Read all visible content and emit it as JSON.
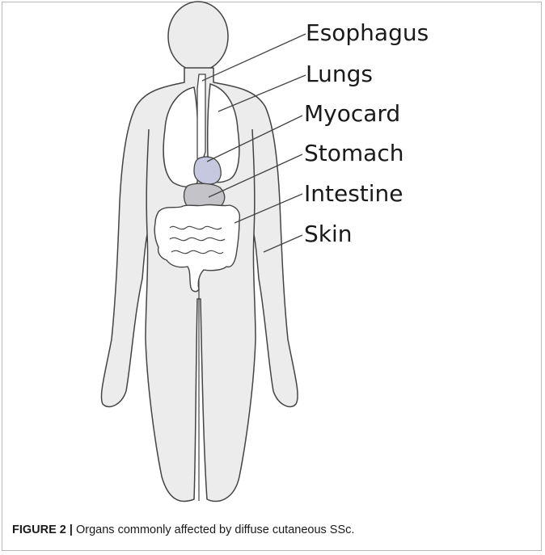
{
  "labels": [
    {
      "id": "esophagus",
      "text": "Esophagus"
    },
    {
      "id": "lungs",
      "text": "Lungs"
    },
    {
      "id": "myocard",
      "text": "Myocard"
    },
    {
      "id": "stomach",
      "text": "Stomach"
    },
    {
      "id": "intestine",
      "text": "Intestine"
    },
    {
      "id": "skin",
      "text": "Skin"
    }
  ],
  "caption": {
    "figure_number": "FIGURE 2 |",
    "text": " Organs commonly affected by diffuse cutaneous SSc."
  },
  "colors": {
    "body_fill": "#ececec",
    "organ_fill": "#ffffff",
    "myocard_fill": "#c6c8df",
    "stomach_fill": "#c3c3c8",
    "outline": "#444444",
    "frame": "#b9b9b9"
  }
}
